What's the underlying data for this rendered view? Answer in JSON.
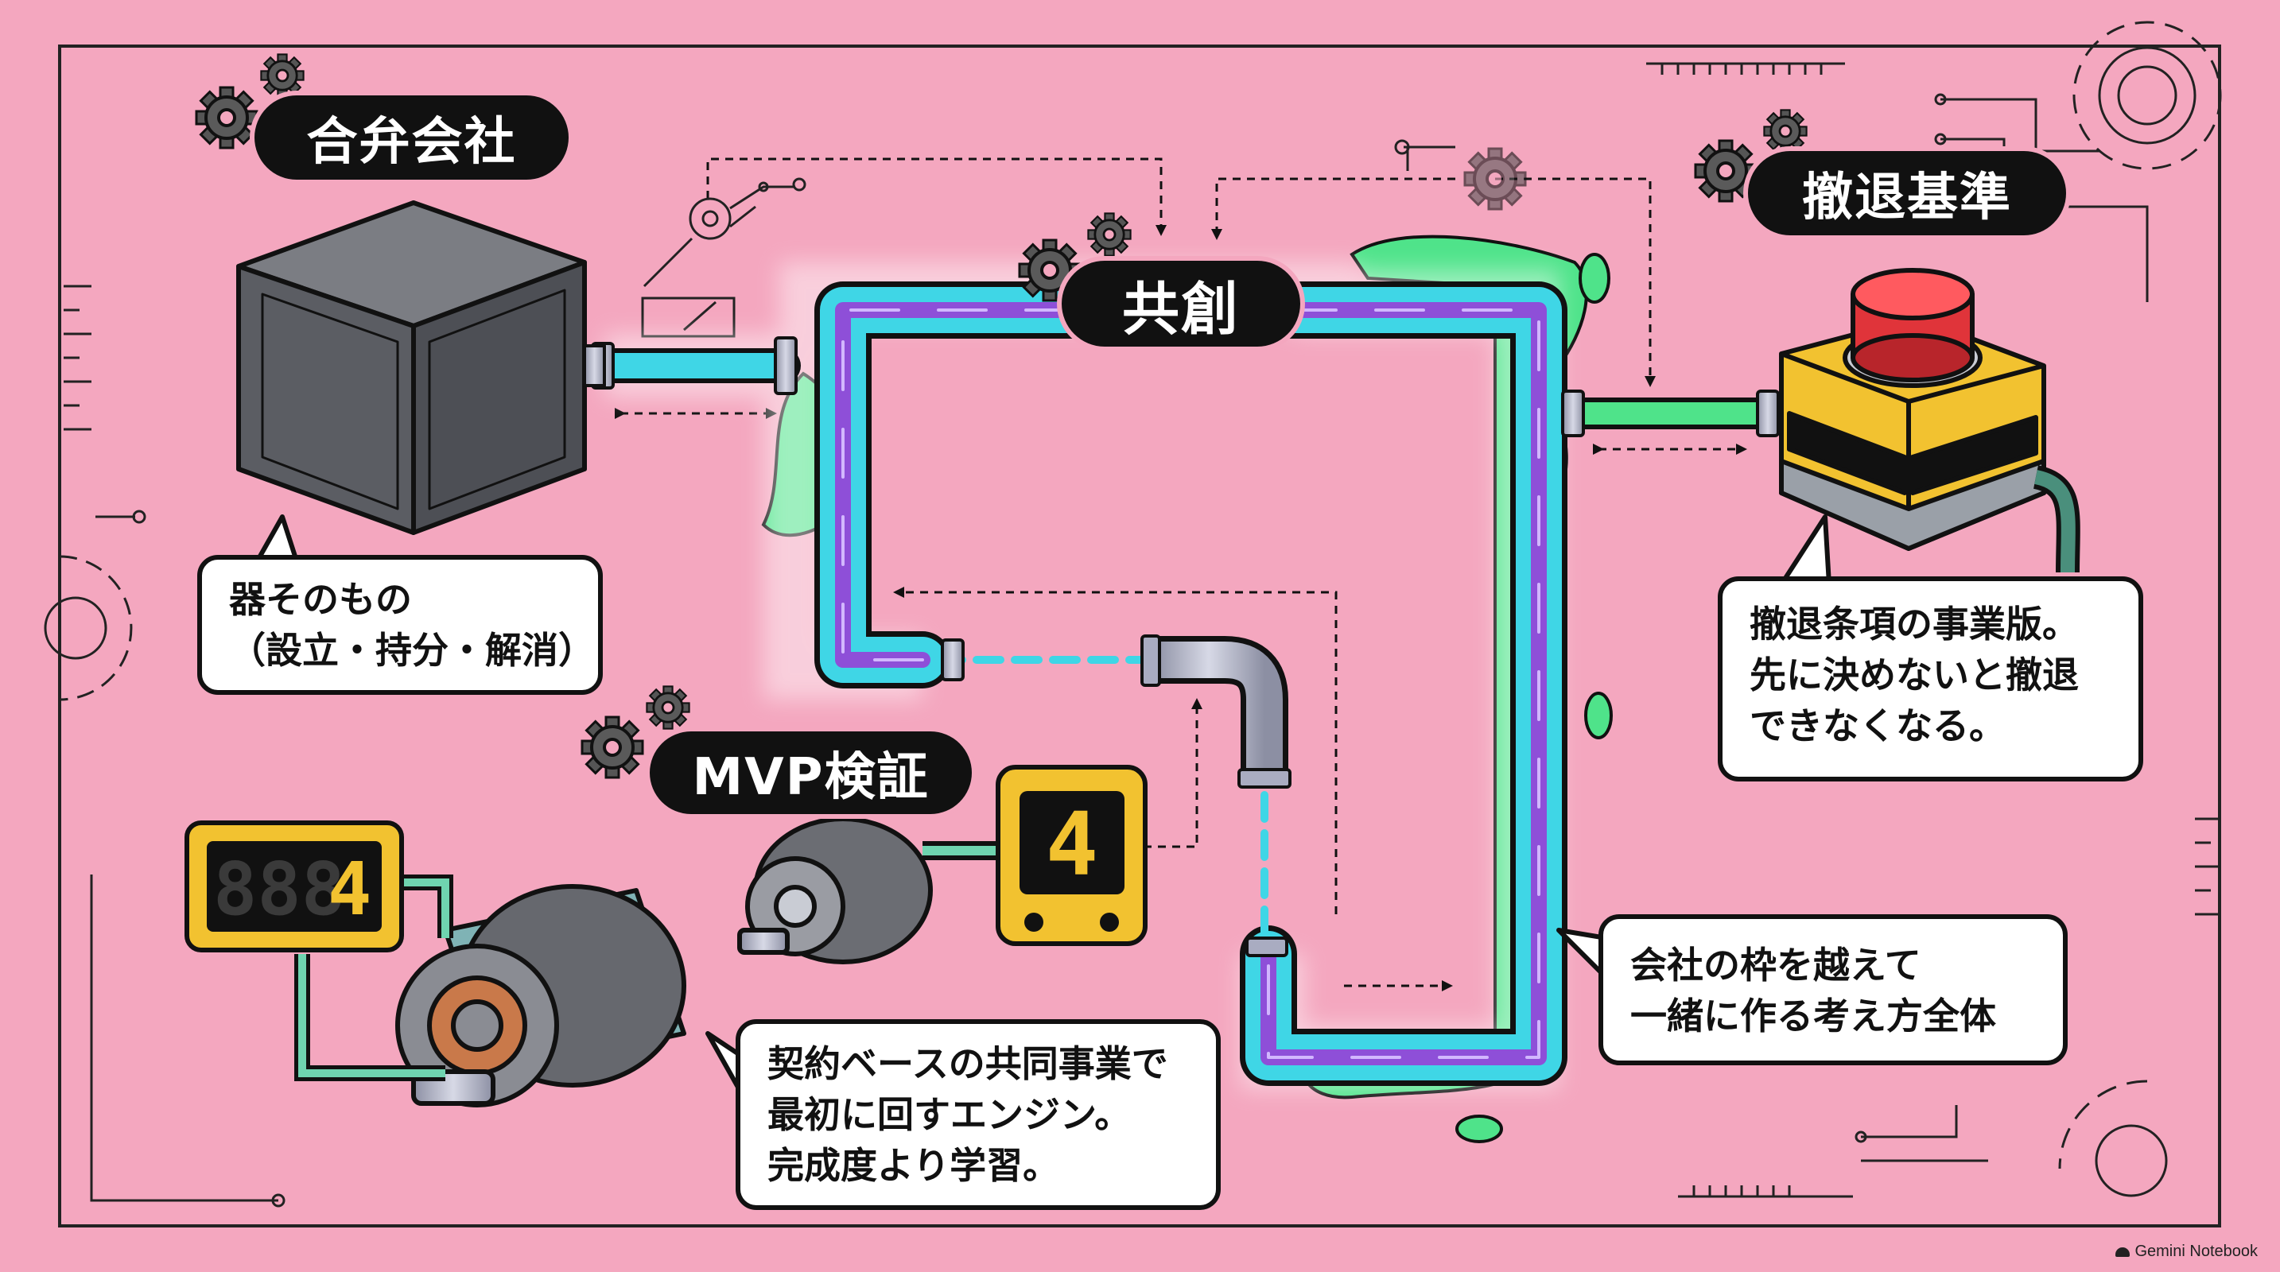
{
  "labels": {
    "jv": "合弁会社",
    "cocreation": "共創",
    "mvp": "MVP検証",
    "exit": "撤退基準"
  },
  "bubbles": {
    "jv": [
      "器そのもの",
      "（設立・持分・解消）"
    ],
    "exit": [
      "撤退条項の事業版。",
      "先に決めないと撤退",
      "できなくなる。"
    ],
    "cocreation": [
      "会社の枠を越えて",
      "一緒に作る考え方全体"
    ],
    "mvp": [
      "契約ベースの共同事業で",
      "最初に回すエンジン。",
      "完成度より学習。"
    ]
  },
  "displays": {
    "counter_dim": "888",
    "counter_lit": "4",
    "meter": "4"
  },
  "credit": "Gemini Notebook",
  "colors": {
    "background": "#f4a7bf",
    "pipe_cyan": "#3fd6e6",
    "pipe_purple": "#8e4fd8",
    "slime_green": "#4fe38a",
    "button_red": "#e0343a",
    "box_yellow": "#f2c230",
    "ink": "#111111"
  }
}
